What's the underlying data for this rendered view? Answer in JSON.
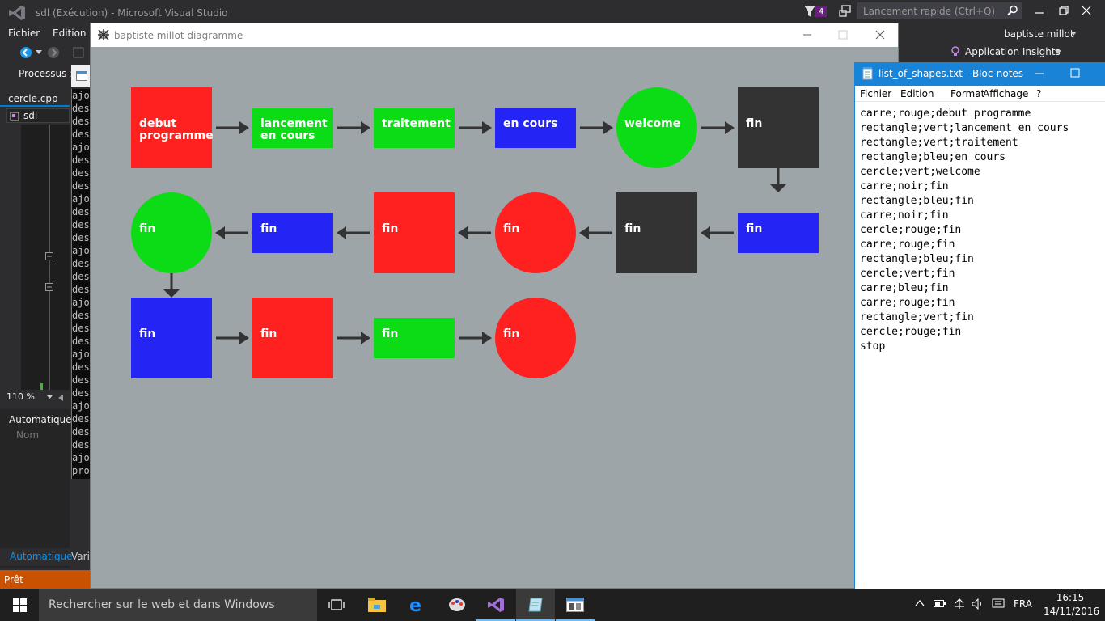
{
  "vs": {
    "title": "sdl (Exécution) - Microsoft Visual Studio",
    "notification_count": "4",
    "quicklaunch_placeholder": "Lancement rapide (Ctrl+Q)",
    "menu": [
      "Fichier",
      "Edition"
    ],
    "user": "baptiste millot",
    "app_insights": "Application Insights",
    "process_label": "Processus :",
    "file_tab": "cercle.cpp",
    "scope": "sdl",
    "zoom": "110 %",
    "auto_panel_title": "Automatique",
    "name_column": "Nom",
    "auto_tab": "Automatique",
    "vari_tab": "Vari",
    "status": "Prêt"
  },
  "console": {
    "lines": [
      "ajo",
      "des",
      "des",
      "des",
      "ajo",
      "des",
      "des",
      "des",
      "ajo",
      "des",
      "des",
      "des",
      "ajo",
      "des",
      "des",
      "des",
      "ajo",
      "des",
      "des",
      "des",
      "ajo",
      "des",
      "des",
      "des",
      "ajo",
      "des",
      "des",
      "des",
      "ajo",
      "pro"
    ]
  },
  "sdl_window": {
    "title": "baptiste millot diagramme"
  },
  "colors": {
    "rouge": "#ff2020",
    "vert": "#0bdc16",
    "bleu": "#2424f5",
    "noir": "#333333",
    "arrow": "#333333",
    "label": "#ffffff"
  },
  "diagram": {
    "shapes": [
      {
        "kind": "carre",
        "color": "rouge",
        "label": [
          "debut",
          "programme"
        ]
      },
      {
        "kind": "rectangle",
        "color": "vert",
        "label": [
          "lancement",
          "en cours"
        ]
      },
      {
        "kind": "rectangle",
        "color": "vert",
        "label": [
          "traitement"
        ]
      },
      {
        "kind": "rectangle",
        "color": "bleu",
        "label": [
          "en cours"
        ]
      },
      {
        "kind": "cercle",
        "color": "vert",
        "label": [
          "welcome"
        ]
      },
      {
        "kind": "carre",
        "color": "noir",
        "label": [
          "fin"
        ]
      },
      {
        "kind": "rectangle",
        "color": "bleu",
        "label": [
          "fin"
        ]
      },
      {
        "kind": "carre",
        "color": "noir",
        "label": [
          "fin"
        ]
      },
      {
        "kind": "cercle",
        "color": "rouge",
        "label": [
          "fin"
        ]
      },
      {
        "kind": "carre",
        "color": "rouge",
        "label": [
          "fin"
        ]
      },
      {
        "kind": "rectangle",
        "color": "bleu",
        "label": [
          "fin"
        ]
      },
      {
        "kind": "cercle",
        "color": "vert",
        "label": [
          "fin"
        ]
      },
      {
        "kind": "carre",
        "color": "bleu",
        "label": [
          "fin"
        ]
      },
      {
        "kind": "carre",
        "color": "rouge",
        "label": [
          "fin"
        ]
      },
      {
        "kind": "rectangle",
        "color": "vert",
        "label": [
          "fin"
        ]
      },
      {
        "kind": "cercle",
        "color": "rouge",
        "label": [
          "fin"
        ]
      }
    ]
  },
  "notepad": {
    "title": "list_of_shapes.txt - Bloc-notes",
    "menu": [
      "Fichier",
      "Edition",
      "Format",
      "Affichage",
      "?"
    ],
    "lines": [
      "carre;rouge;debut programme",
      "rectangle;vert;lancement en cours",
      "rectangle;vert;traitement",
      "rectangle;bleu;en cours",
      "cercle;vert;welcome",
      "carre;noir;fin",
      "rectangle;bleu;fin",
      "carre;noir;fin",
      "cercle;rouge;fin",
      "carre;rouge;fin",
      "rectangle;bleu;fin",
      "cercle;vert;fin",
      "carre;bleu;fin",
      "carre;rouge;fin",
      "rectangle;vert;fin",
      "cercle;rouge;fin",
      "stop"
    ]
  },
  "taskbar": {
    "search_placeholder": "Rechercher sur le web et dans Windows",
    "language": "FRA",
    "time": "16:15",
    "date": "14/11/2016"
  }
}
